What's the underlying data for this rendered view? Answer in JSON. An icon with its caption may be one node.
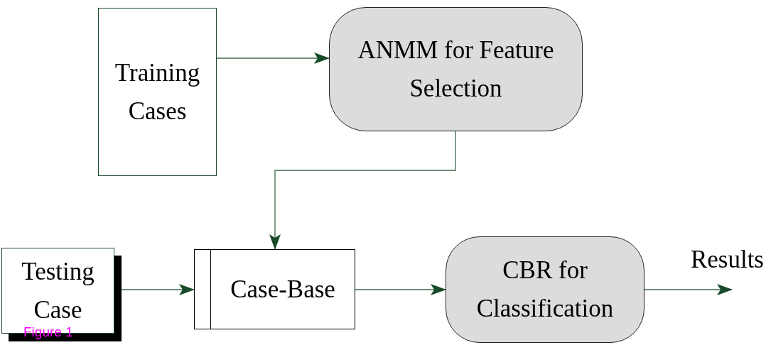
{
  "diagram": {
    "nodes": [
      {
        "text": [
          "Training Cases"
        ]
      },
      {
        "text": [
          "ANMM for Feature Selection"
        ]
      },
      {
        "text": [
          "Testing Case"
        ]
      },
      {
        "text": [
          "Case-Base"
        ]
      },
      {
        "text": [
          "CBR for Classification"
        ]
      }
    ],
    "edges": [
      {
        "from": 0,
        "to": 1,
        "arrow": "to"
      },
      {
        "from": 1,
        "to": 3,
        "arrow": "to"
      },
      {
        "from": 2,
        "to": 3,
        "arrow": "to"
      },
      {
        "from": 3,
        "to": 4,
        "arrow": "to"
      },
      {
        "from": 4,
        "to": null,
        "arrow": "to",
        "label": "Results"
      }
    ],
    "labels": [
      "Figure 1"
    ]
  }
}
